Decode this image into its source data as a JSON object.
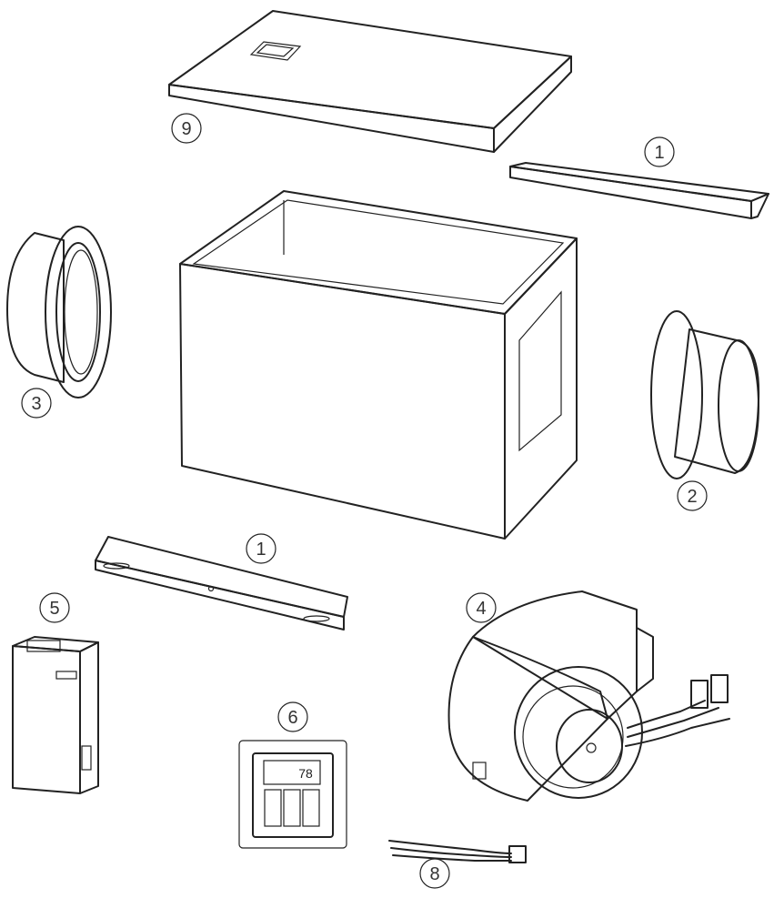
{
  "callouts": {
    "lid": "9",
    "top_bracket": "1",
    "left_collar": "3",
    "right_collar": "2",
    "bottom_bracket": "1",
    "blower": "4",
    "control_box": "5",
    "thermostat": "6",
    "wire_harness": "8"
  },
  "thermostat_display": {
    "temperature": "78"
  },
  "colors": {
    "line": "#222222",
    "fill_light": "#f2f2f2",
    "fill_mid": "#d9d9d9",
    "fill_dark": "#555555"
  }
}
